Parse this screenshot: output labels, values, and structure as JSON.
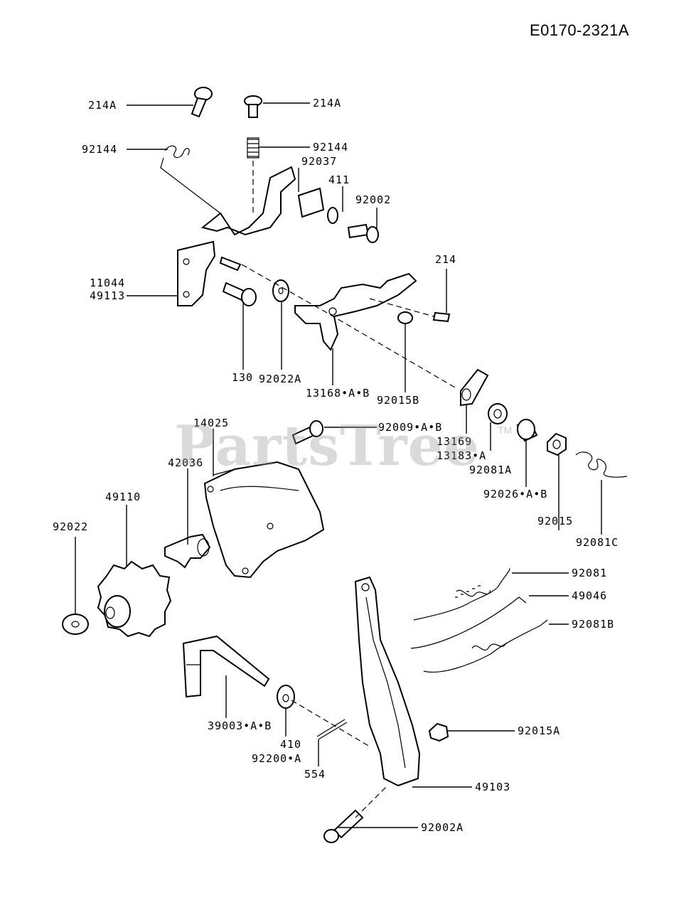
{
  "diagram_id": "E0170-2321A",
  "watermark": "PartsTree",
  "watermark_tm": "TM",
  "labels": {
    "l214A_1": "214A",
    "l214A_2": "214A",
    "l92144_1": "92144",
    "l92144_2": "92144",
    "l92037": "92037",
    "l411": "411",
    "l92002": "92002",
    "l11044": "11044",
    "l49113": "49113",
    "l214": "214",
    "l130": "130",
    "l92022A": "92022A",
    "l13168": "13168•A•B",
    "l92015B": "92015B",
    "l14025": "14025",
    "l92009": "92009•A•B",
    "l42036": "42036",
    "l13169": "13169",
    "l13183": "13183•A",
    "l92081A": "92081A",
    "l92026": "92026•A•B",
    "l92015": "92015",
    "l92081C": "92081C",
    "l49110": "49110",
    "l92022": "92022",
    "l92081": "92081",
    "l49046": "49046",
    "l92081B": "92081B",
    "l39003": "39003•A•B",
    "l410": "410",
    "l92200": "92200•A",
    "l554": "554",
    "l92015A": "92015A",
    "l49103": "49103",
    "l92002A": "92002A"
  }
}
